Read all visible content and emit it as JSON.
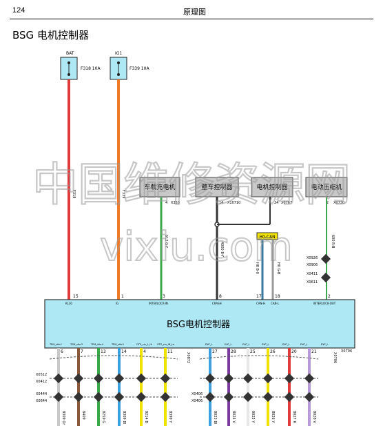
{
  "header": {
    "page_number": "124",
    "title": "原理图"
  },
  "section_title": "BSG 电机控制器",
  "fuses": [
    {
      "name": "BAT",
      "label": "F318 10A"
    },
    {
      "name": "IG1",
      "label": "F339 10A"
    }
  ],
  "top_modules": [
    {
      "name": "车载充电机",
      "connector": "X353"
    },
    {
      "name": "整车控制器",
      "connector": "X10710"
    },
    {
      "name": "电机控制器",
      "connector": "X0767"
    },
    {
      "name": "电动压缩机",
      "connector": "X0730"
    }
  ],
  "top_module_pins": [
    "4",
    "14",
    "24",
    "2"
  ],
  "canh_junction_label": "H0-CAN",
  "wire_codes": [
    "F318",
    "F339",
    "612 G-Y",
    "4000 B-Y",
    "H8 B-0",
    "H0 G-B",
    "600 R-B"
  ],
  "splice_labels_right": [
    "X0926",
    "X0906",
    "X0411",
    "X0611"
  ],
  "bsg_module": {
    "title": "BSG电机控制器",
    "top_pins": [
      {
        "num": "15",
        "name": "KL30"
      },
      {
        "num": "1",
        "name": "IG"
      },
      {
        "num": "3",
        "name": "INTERLOCK-IN"
      },
      {
        "num": "8",
        "name": "CRASH"
      },
      {
        "num": "17",
        "name": "CAN-H"
      },
      {
        "num": "18",
        "name": "CAN-L"
      },
      {
        "num": "2",
        "name": "INTERLOCK-OUT"
      }
    ],
    "bottom_pin_names": [
      "TEM_stkr1",
      "TEM_stkr3",
      "TEM_stkr4",
      "TEM_stkr2",
      "OTS_sin_L_Hi",
      "OTS_sin_IN_Lo",
      "EXC_L",
      "EXC_L",
      "EXC_L",
      "EXC_L",
      "EXC_L",
      "EXC_L",
      "EXC_L"
    ],
    "bottom_pins": [
      "6",
      "7",
      "13",
      "14",
      "4",
      "11",
      "27",
      "28",
      "25",
      "26",
      "20",
      "21"
    ],
    "connector_left": "X0872",
    "connector_right": "X0706"
  },
  "splice_labels_left": [
    "X0512",
    "X0412",
    "X0444",
    "X0644"
  ],
  "splice_labels_mid": [
    "X0406",
    "X0406"
  ],
  "bottom_wire_codes": [
    "8309 Or",
    "8409",
    "8259 G",
    "8309 Bl",
    "8214 B",
    "8399 Y",
    "8023 Bl",
    "8024 V",
    "8025 Y",
    "8026 Y",
    "8027 R",
    "8028 V"
  ],
  "watermark": {
    "line1": "中国维修资源网",
    "line2": "vixiu.com"
  },
  "colors": {
    "module_fill": "#aee8f5",
    "gray_box": "#c8c8c8",
    "wire_red": "#e03a3a",
    "wire_orange": "#f07a28",
    "wire_green": "#3aa84a",
    "wire_dark": "#333333",
    "wire_blue": "#3aa0e0",
    "wire_yellow": "#f2e200",
    "wire_purple": "#7a3aa0",
    "wire_brown": "#8a5a3a",
    "wire_white": "#c8c8c8"
  }
}
